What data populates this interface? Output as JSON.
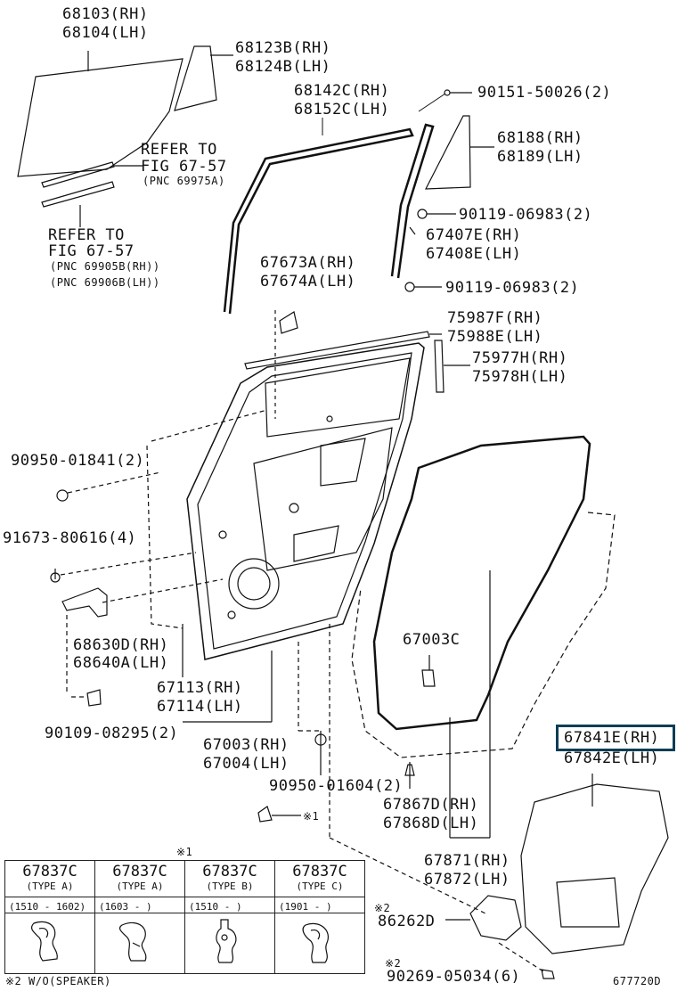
{
  "labels": {
    "glass": [
      "68103(RH)",
      "68104(LH)"
    ],
    "quarter_glass": [
      "68123B(RH)",
      "68124B(LH)"
    ],
    "refer1": [
      "REFER TO",
      "FIG 67-57",
      "(PNC 69975A)"
    ],
    "refer2": [
      "REFER TO",
      "FIG 67-57",
      "(PNC 69905B(RH))",
      "(PNC 69906B(LH))"
    ],
    "run_channel": [
      "68142C(RH)",
      "68152C(LH)"
    ],
    "screw_top": "90151-50026(2)",
    "corner_piece": [
      "68188(RH)",
      "68189(LH)"
    ],
    "bolt_upper": "90119-06983(2)",
    "division_bar": [
      "67407E(RH)",
      "67408E(LH)"
    ],
    "bolt_lower": "90119-06983(2)",
    "belt_weather": [
      "67673A(RH)",
      "67674A(LH)"
    ],
    "moulding": [
      "75987F(RH)",
      "75988E(LH)"
    ],
    "pillar_garnish": [
      "75977H(RH)",
      "75978H(LH)"
    ],
    "clip1": "90950-01841(2)",
    "bolt_hinge": "91673-80616(4)",
    "check": [
      "68630D(RH)",
      "68640A(LH)"
    ],
    "weatherstrip_clip": "67003C",
    "panel_seal": [
      "67113(RH)",
      "67114(LH)"
    ],
    "bolt_check": "90109-08295(2)",
    "door_panel": [
      "67003(RH)",
      "67004(LH)"
    ],
    "clip2": "90950-01604(2)",
    "clip_ref": "※1",
    "trim_clip": [
      "67867D(RH)",
      "67868D(LH)"
    ],
    "weatherstrip": [
      "67871(RH)",
      "67872(LH)"
    ],
    "trim_board": [
      "67841E(RH)",
      "67842E(LH)"
    ],
    "speaker_cover_mark": "※2",
    "speaker_cover": "86262D",
    "screw_bottom_mark": "※2",
    "screw_bottom": "90269-05034(6)",
    "footnote": "※2 W/O(SPEAKER)",
    "diagram_code": "677720D"
  },
  "table": {
    "mark": "※1",
    "columns": [
      {
        "part": "67837C",
        "type": "(TYPE A)",
        "dates": "(1510 - 1602)"
      },
      {
        "part": "67837C",
        "type": "(TYPE A)",
        "dates": "(1603 -      )"
      },
      {
        "part": "67837C",
        "type": "(TYPE B)",
        "dates": "(1510 -      )"
      },
      {
        "part": "67837C",
        "type": "(TYPE C)",
        "dates": "(1901 -      )"
      }
    ]
  }
}
